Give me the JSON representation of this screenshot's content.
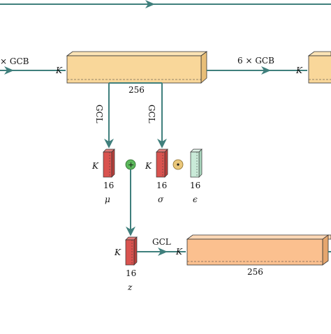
{
  "top_block_labels": {
    "repeat_left": "× GCB",
    "repeat_right": "6 × GCB",
    "input_dim": "K",
    "output_dim": "K",
    "width": "256"
  },
  "branches": {
    "mu_edge": "GCL",
    "sigma_edge": "GCL"
  },
  "latent": {
    "mu": {
      "dim": "K",
      "size": "16",
      "symbol": "μ"
    },
    "sigma": {
      "dim": "K",
      "size": "16",
      "symbol": "σ"
    },
    "epsilon": {
      "size": "16",
      "symbol": "ϵ"
    },
    "plus_symbol": "+"
  },
  "decoder": {
    "z": {
      "dim": "K",
      "size": "16",
      "symbol": "z"
    },
    "edge_label": "GCL",
    "block_dim": "K",
    "block_width": "256"
  },
  "colors": {
    "edge": "#3f7f7c",
    "yellow_block": "#f9d79a",
    "orange_block": "#fbc08f",
    "red_block": "#d9534f",
    "green_block": "#c9ead8",
    "plus_node": "#5cb85c",
    "dot_node": "#eac77a"
  }
}
